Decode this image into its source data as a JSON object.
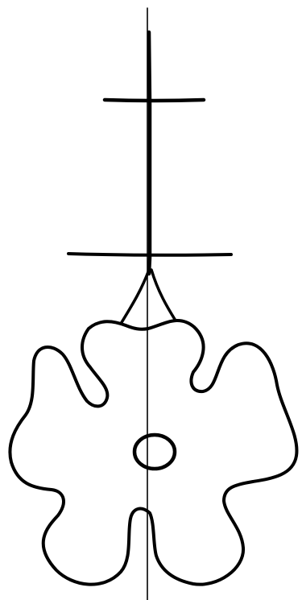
{
  "drawing": {
    "ink_color": "#000000",
    "paper_color": "#ffffff",
    "parts": [
      "axis-line",
      "cross-bar-upper",
      "cross-bar-lower",
      "stem-flare",
      "five-lobed-flower",
      "center-ring"
    ]
  }
}
